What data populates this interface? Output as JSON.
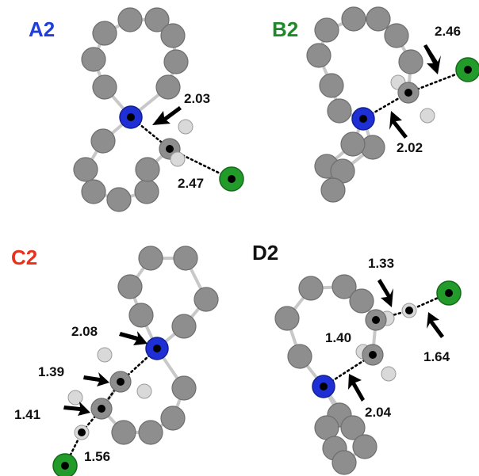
{
  "panels": [
    {
      "id": "A2",
      "label": "A2",
      "color": "#1f3fd8",
      "distances": [
        "2.03",
        "2.47"
      ]
    },
    {
      "id": "B2",
      "label": "B2",
      "color": "#1d8a2a",
      "distances": [
        "2.46",
        "2.02"
      ]
    },
    {
      "id": "C2",
      "label": "C2",
      "color": "#e8321e",
      "distances": [
        "2.08",
        "1.39",
        "1.41",
        "1.56"
      ]
    },
    {
      "id": "D2",
      "label": "D2",
      "color": "#111111",
      "distances": [
        "1.33",
        "1.40",
        "1.64",
        "2.04"
      ]
    }
  ]
}
